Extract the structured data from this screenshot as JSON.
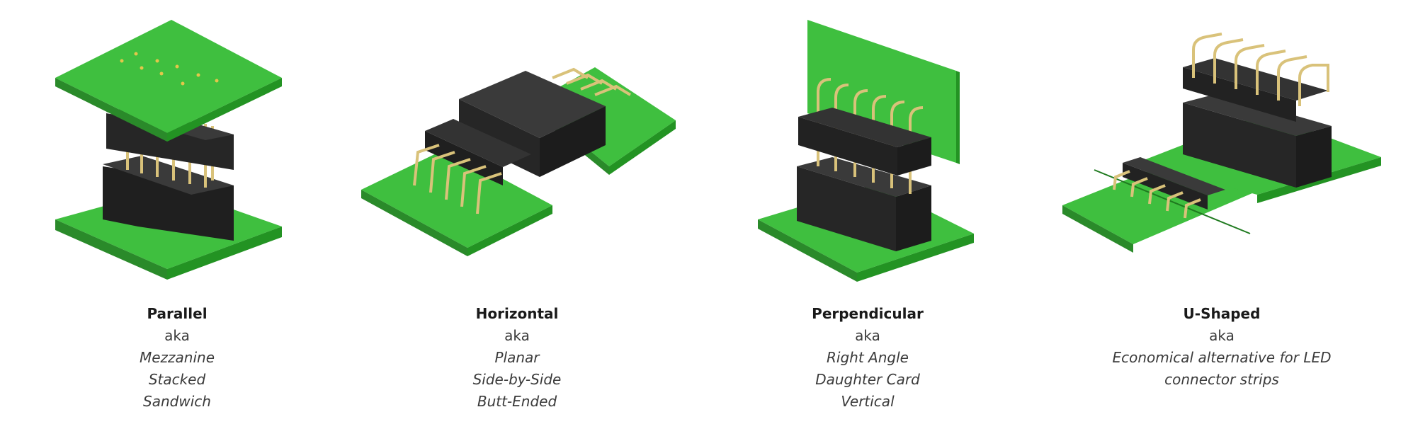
{
  "colors": {
    "pcb_top": "#3fbf3f",
    "pcb_side": "#2a8a2a",
    "housing": "#2b2b2b",
    "pin_gold": "#d9c27a",
    "background": "#ffffff"
  },
  "configurations": [
    {
      "title": "Parallel",
      "aka": "aka",
      "aliases": [
        "Mezzanine",
        "Stacked",
        "Sandwich"
      ]
    },
    {
      "title": "Horizontal",
      "aka": "aka",
      "aliases": [
        "Planar",
        "Side-by-Side",
        "Butt-Ended"
      ]
    },
    {
      "title": "Perpendicular",
      "aka": "aka",
      "aliases": [
        "Right Angle",
        "Daughter Card",
        "Vertical"
      ]
    },
    {
      "title": "U-Shaped",
      "aka": "aka",
      "aliases": [
        "Economical alternative for LED",
        "connector strips"
      ]
    }
  ]
}
